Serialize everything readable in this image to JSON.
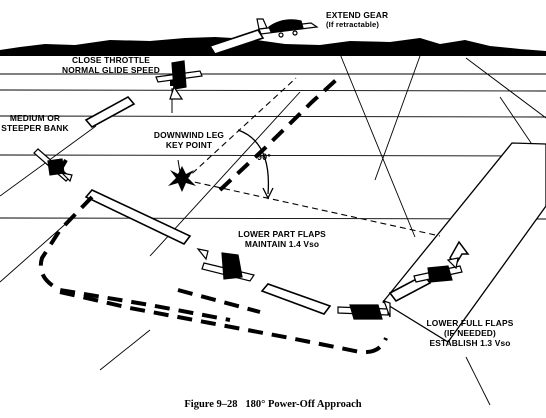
{
  "labels": {
    "extend_gear": [
      "EXTEND GEAR",
      "(If retractable)"
    ],
    "close_throttle": [
      "CLOSE THROTTLE",
      "NORMAL GLIDE SPEED"
    ],
    "medium_bank": [
      "MEDIUM OR",
      "STEEPER BANK"
    ],
    "downwind_key": [
      "DOWNWIND LEG",
      "KEY POINT"
    ],
    "angle": "90°",
    "lower_part_flaps": [
      "LOWER PART FLAPS",
      "MAINTAIN 1.4 Vso"
    ],
    "lower_full_flaps": [
      "LOWER FULL FLAPS",
      "(IF NEEDED)",
      "ESTABLISH 1.3 Vso"
    ]
  },
  "caption": "Figure 9–28   180° Power-Off Approach",
  "icons": [
    "airplane-icon",
    "key-point-cross-icon",
    "runway-arrow-icon"
  ]
}
